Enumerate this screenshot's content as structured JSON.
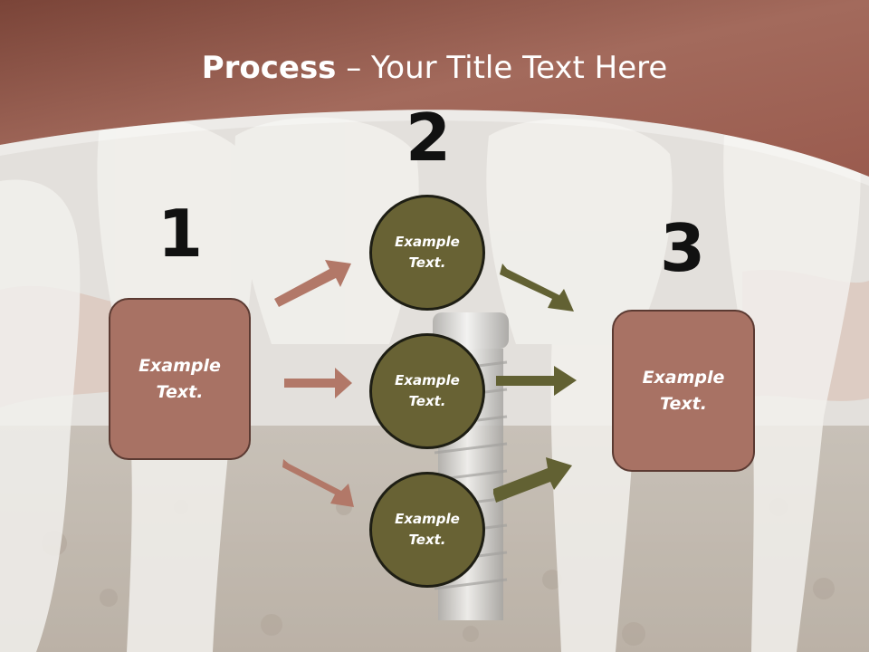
{
  "slide": {
    "title_strong": "Process",
    "title_rest": " – Your Title Text Here"
  },
  "steps": {
    "n1": "1",
    "n2": "2",
    "n3": "3"
  },
  "boxes": {
    "left": {
      "line1": "Example",
      "line2": "Text."
    },
    "right": {
      "line1": "Example",
      "line2": "Text."
    }
  },
  "circles": [
    {
      "line1": "Example",
      "line2": "Text."
    },
    {
      "line1": "Example",
      "line2": "Text."
    },
    {
      "line1": "Example",
      "line2": "Text."
    }
  ],
  "colors": {
    "header": "#9c5f52",
    "box": "#a87264",
    "circle": "#686234",
    "arrow_left": "#b27868",
    "arrow_right": "#626133"
  }
}
